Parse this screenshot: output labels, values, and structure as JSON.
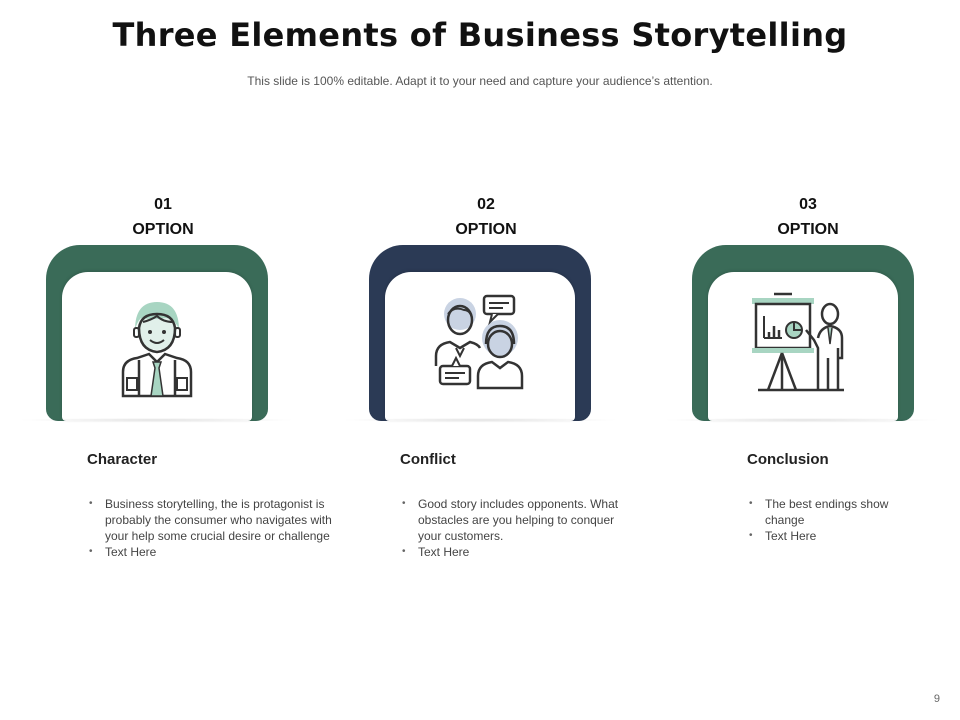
{
  "title": "Three Elements of Business Storytelling",
  "subtitle": "This slide is 100% editable. Adapt it to your need and capture your audience’s attention.",
  "colors": {
    "green": "#3a6b58",
    "navy": "#2b3a55",
    "mint": "#a8d5c2",
    "lightblue": "#c9d3e3",
    "line": "#333333"
  },
  "options": [
    {
      "number": "01",
      "label": "OPTION",
      "icon": "businessman-icon",
      "heading": "Character",
      "bullets": [
        "Business storytelling, the is protagonist is probably the consumer who navigates with your help some crucial desire or challenge",
        "Text Here"
      ]
    },
    {
      "number": "02",
      "label": "OPTION",
      "icon": "conversation-icon",
      "heading": "Conflict",
      "bullets": [
        "Good story includes opponents. What obstacles are you helping to conquer your customers.",
        "Text Here"
      ]
    },
    {
      "number": "03",
      "label": "OPTION",
      "icon": "presentation-icon",
      "heading": "Conclusion",
      "bullets": [
        "The best endings show change",
        "Text Here"
      ]
    }
  ],
  "page_number": "9"
}
